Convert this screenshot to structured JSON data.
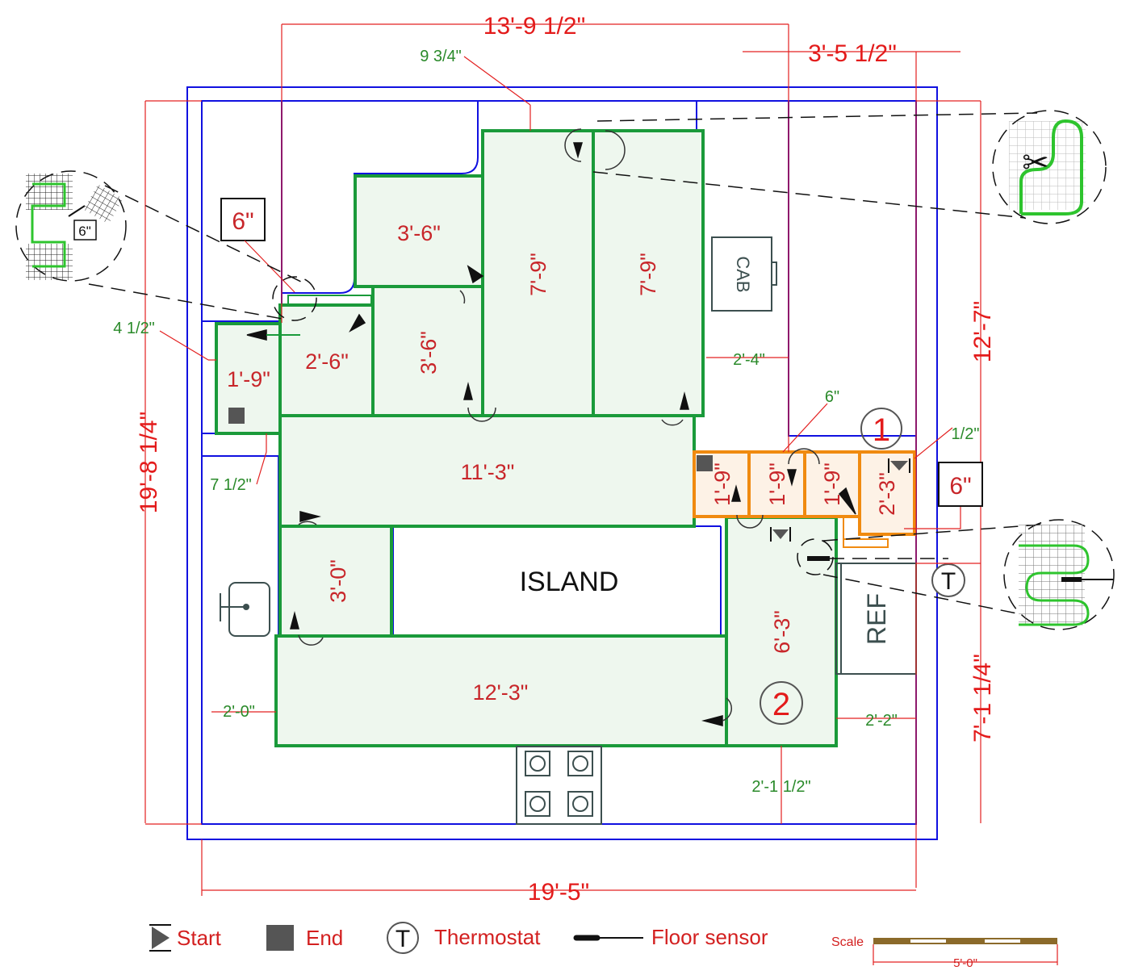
{
  "dimensions": {
    "top_width": "13'-9 1/2\"",
    "top_right": "3'-5 1/2\"",
    "left_height": "19'-8 1/4\"",
    "right_upper": "12'-7\"",
    "right_lower": "7'-1 1/4\"",
    "bottom_width": "19'-5\"",
    "gap_top": "9 3/4\"",
    "gap_left": "4 1/2\"",
    "gap_left_low": "7 1/2\"",
    "gap_cab": "2'-4\"",
    "gap_orange": "6\"",
    "gap_half": "1/2\"",
    "gap_sink": "2'-0\"",
    "gap_ref": "2'-2\"",
    "gap_stove": "2'-1 1/2\""
  },
  "callouts": {
    "cut_left": "6\"",
    "cut_right": "6\"",
    "inset_cut": "6\""
  },
  "zones": {
    "zone1": "1",
    "zone2": "2"
  },
  "rooms": {
    "r_top1": "7'-9\"",
    "r_top2": "7'-9\"",
    "r_upper": "3'-6\"",
    "r_mid": "3'-6\"",
    "r_small": "2'-6\"",
    "r_left": "1'-9\"",
    "r_main": "11'-3\"",
    "r_island_left": "3'-0\"",
    "r_bottom": "12'-3\"",
    "r_right": "6'-3\"",
    "o1": "1'-9\"",
    "o2": "1'-9\"",
    "o3": "1'-9\"",
    "o4": "2'-3\""
  },
  "fixtures": {
    "island": "ISLAND",
    "cab": "CAB",
    "ref": "REF",
    "thermostat": "T"
  },
  "legend": {
    "start": "Start",
    "end": "End",
    "thermostat_symbol": "T",
    "thermostat": "Thermostat",
    "floor_sensor": "Floor sensor"
  },
  "scale": {
    "label": "Scale",
    "length": "5'-0\""
  },
  "colors": {
    "mat": "#1a9a3a",
    "second_mat": "#f08a10",
    "walls": "#1010e0",
    "dims": "#e32020"
  }
}
